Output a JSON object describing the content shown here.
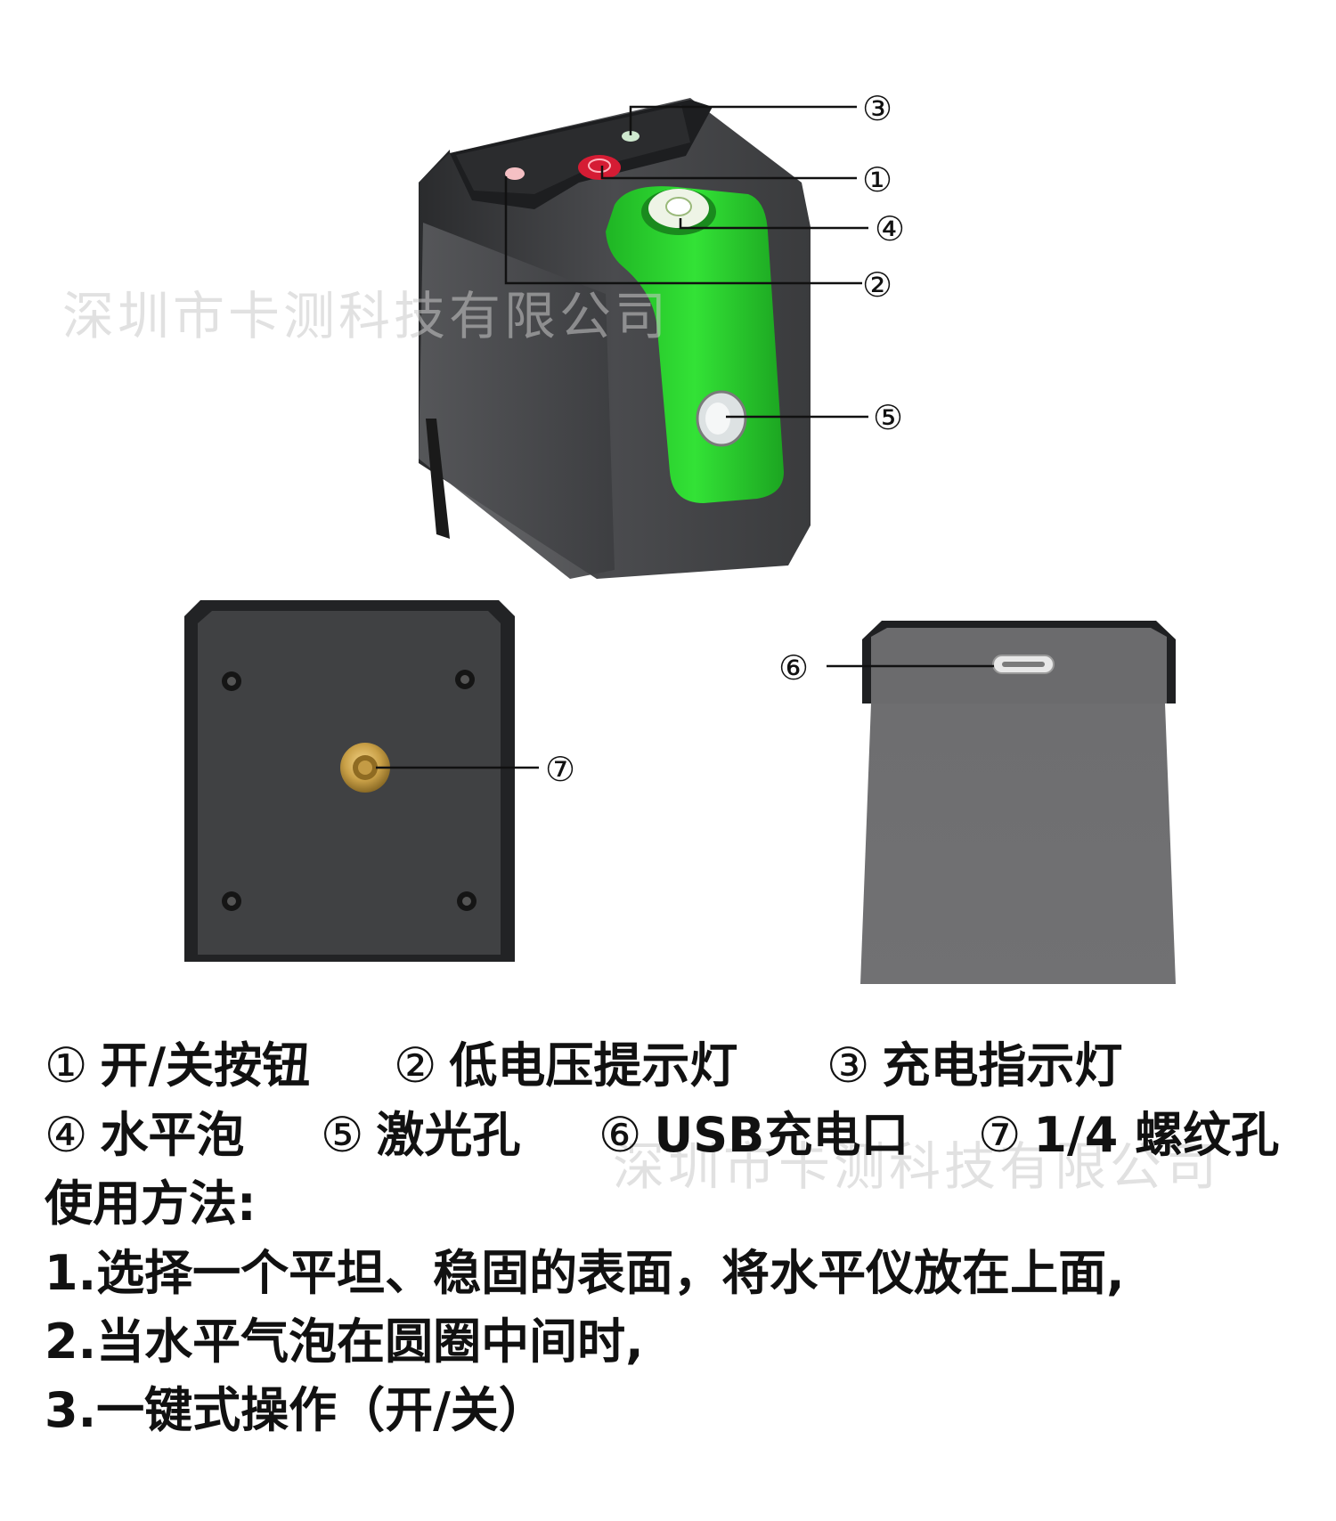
{
  "watermark": "深圳市卡测科技有限公司",
  "callouts": {
    "c1": "①",
    "c2": "②",
    "c3": "③",
    "c4": "④",
    "c5": "⑤",
    "c6": "⑥",
    "c7": "⑦"
  },
  "legend": [
    {
      "num": "①",
      "label": "开/关按钮"
    },
    {
      "num": "②",
      "label": "低电压提示灯"
    },
    {
      "num": "③",
      "label": "充电指示灯"
    },
    {
      "num": "④",
      "label": "水平泡"
    },
    {
      "num": "⑤",
      "label": "激光孔"
    },
    {
      "num": "⑥",
      "label": "USB充电口"
    },
    {
      "num": "⑦",
      "label": "1/4 螺纹孔"
    }
  ],
  "usage": {
    "title": "使用方法:",
    "steps": [
      "1.选择一个平坦、稳固的表面，将水平仪放在上面,",
      "2.当水平气泡在圆圈中间时,",
      "3.一键式操作（开/关）"
    ]
  },
  "colors": {
    "body": "#3f4042",
    "green": "#2bd52f",
    "power_button": "#e3263c",
    "brass": "#c9a047"
  }
}
